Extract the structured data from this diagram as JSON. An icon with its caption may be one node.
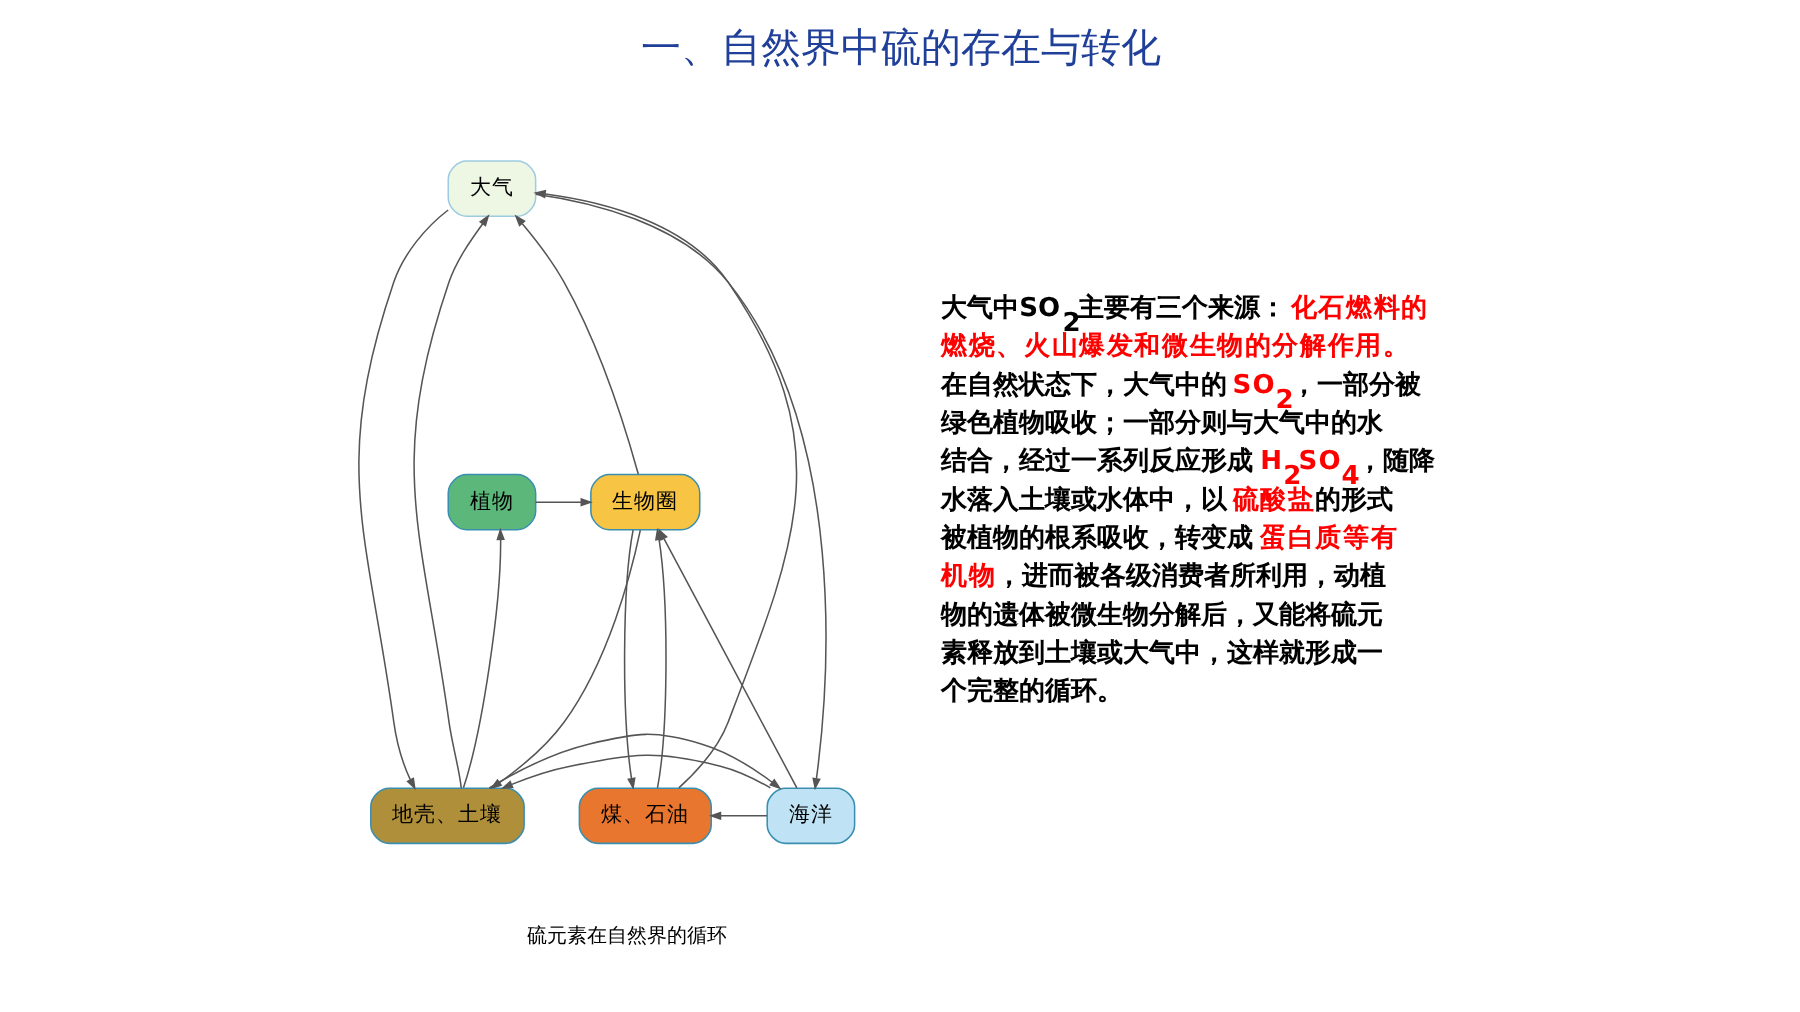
{
  "diagram": {
    "title": "一、自然界中硫的存在与转化",
    "caption": "硫元素在自然界的循环",
    "nodes": [
      {
        "text": [
          "大气"
        ]
      },
      {
        "text": [
          "植物"
        ]
      },
      {
        "text": [
          "生物圈"
        ]
      },
      {
        "text": [
          "地壳、土壤"
        ]
      },
      {
        "text": [
          "海洋"
        ]
      },
      {
        "text": [
          "煤、石油"
        ]
      }
    ],
    "edges": [
      {
        "from": 0,
        "to": 3,
        "arrow": "to"
      },
      {
        "from": 3,
        "to": 0,
        "arrow": "to"
      },
      {
        "from": 0,
        "to": 4,
        "arrow": "to"
      },
      {
        "from": 2,
        "to": 0,
        "arrow": "to"
      },
      {
        "from": 5,
        "to": 0,
        "arrow": "to"
      },
      {
        "from": 5,
        "to": 2,
        "arrow": "to"
      },
      {
        "from": 1,
        "to": 2,
        "arrow": "to"
      },
      {
        "from": 3,
        "to": 1,
        "arrow": "to"
      },
      {
        "from": 2,
        "to": 3,
        "arrow": "to"
      },
      {
        "from": 4,
        "to": 2,
        "arrow": "to"
      },
      {
        "from": 2,
        "to": 5,
        "arrow": "to"
      },
      {
        "from": 4,
        "to": 3,
        "arrow": "to"
      },
      {
        "from": 3,
        "to": 4,
        "arrow": "to"
      },
      {
        "from": 4,
        "to": 5,
        "arrow": "to"
      }
    ],
    "labels": [
      "大气中SO$_{2}$主要有三个来源：**化石燃料的燃烧、火山爆发和微生物的分解作用。**在自然状态下，大气中的**SO$_{2}$**，一部分被绿色植物吸收；一部分则与大气中的水结合，经过一系列反应形成**H$_{2}$SO$_{4}$**，随降水落入土壤或水体中，以**硫酸盐**的形式被植物的根系吸收，转变成**蛋白质等有机物**，进而被各级消费者所利用，动植物的遗体被微生物分解后，又能将硫元素释放到土壤或大气中，这样就形成一个完整的循环。"
    ]
  }
}
